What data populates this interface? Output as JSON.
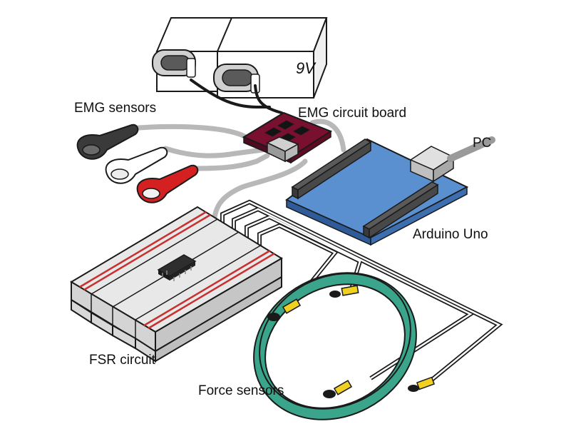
{
  "labels": {
    "battery": "9V",
    "emg_sensors": "EMG sensors",
    "emg_board": "EMG circuit board",
    "pc": "PC",
    "arduino": "Arduino Uno",
    "fsr": "FSR circuit",
    "force_sensors": "Force sensors"
  },
  "colors": {
    "outline": "#1a1a1a",
    "battery": "#ffffff",
    "battery_snap": "#d8d8d8",
    "cable_gray": "#b8b8b8",
    "electrode_black": "#3a3a3a",
    "electrode_white": "#ffffff",
    "electrode_red": "#d42020",
    "emg_board": "#7a1030",
    "arduino": "#5a8fd0",
    "arduino_side": "#2f5c99",
    "header": "#4a4a4a",
    "breadboard": "#e4e4e4",
    "breadboard_rail": "#c83030",
    "chip": "#2e2e2e",
    "ring": "#3aa58a",
    "ring_dark": "#1f7a62",
    "sensor_tab": "#f0d020"
  }
}
